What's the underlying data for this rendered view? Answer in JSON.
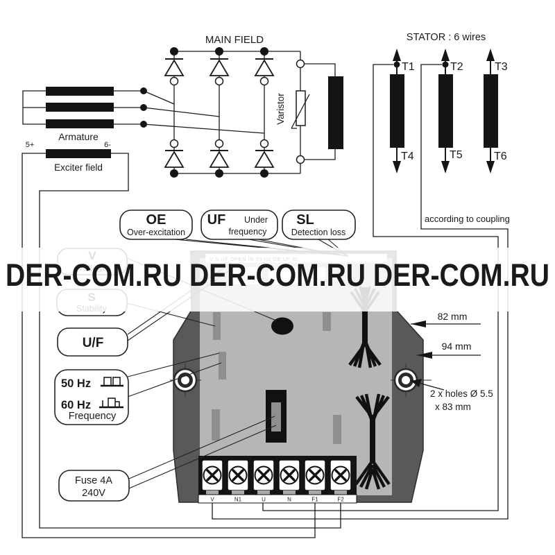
{
  "watermark": {
    "text": "DER-COM.RU DER-COM.RU DER-COM.RU",
    "color": "#4e4e4e"
  },
  "generator": {
    "main_field": "MAIN FIELD",
    "armature": "Armature",
    "exciter_field": "Exciter field",
    "exciter_plus": "5+",
    "exciter_minus": "6-",
    "varistor": "Varistor"
  },
  "stator": {
    "title": "STATOR : 6 wires",
    "t1": "T1",
    "t2": "T2",
    "t3": "T3",
    "t4": "T4",
    "t5": "T5",
    "t6": "T6",
    "coupling_note": "according to coupling"
  },
  "callouts": {
    "oe_abbr": "OE",
    "oe_desc": "Over-excitation",
    "uf_abbr": "UF",
    "uf_desc1": "Under",
    "uf_desc2": "frequency",
    "sl_abbr": "SL",
    "sl_desc": "Detection loss",
    "v_abbr": "V",
    "v_desc": "Voltage",
    "s_abbr": "S",
    "s_desc": "Stability",
    "uf_ratio": "U/F",
    "hz50": "50 Hz",
    "hz60": "60 Hz",
    "frequency": "Frequency",
    "fuse1": "Fuse 4A",
    "fuse2": "240V"
  },
  "board": {
    "legend": "V     S    UF    OPEN IN 50 Hz    OE  UF  SL",
    "terminals": [
      "V",
      "N1",
      "U",
      "N",
      "F1",
      "F2"
    ]
  },
  "dimensions": {
    "dim1": "82 mm",
    "dim2": "94 mm",
    "holes1": "2 x holes Ø 5.5",
    "holes2": "x 83 mm"
  },
  "colors": {
    "shell": "#59595b",
    "pcb": "#b6b6b6",
    "watermark_band": "rgba(255,255,255,0.86)"
  }
}
